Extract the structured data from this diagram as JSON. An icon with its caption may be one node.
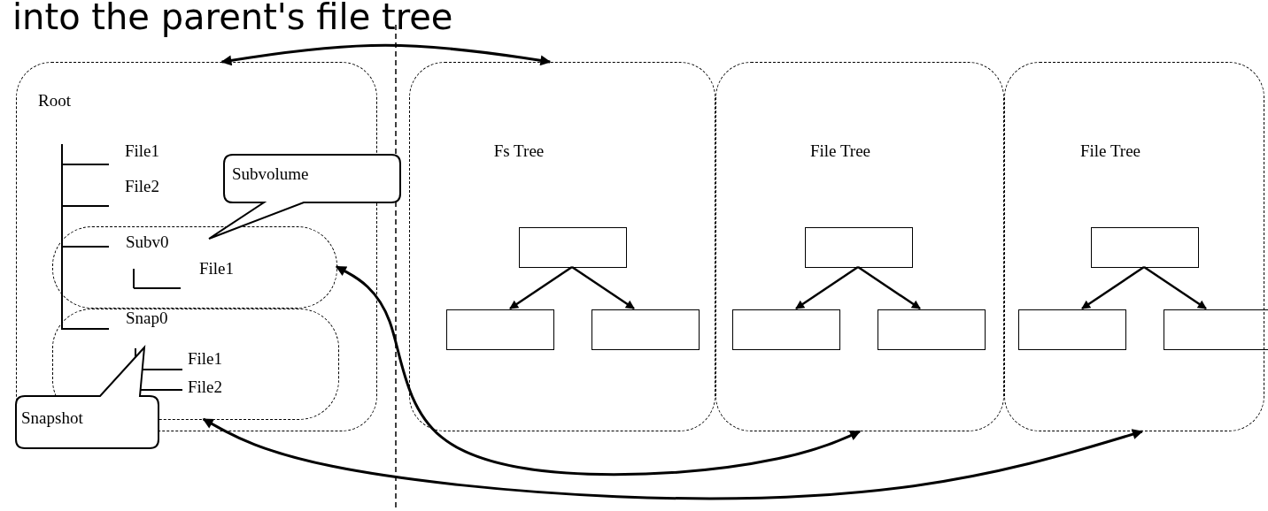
{
  "diagram": {
    "title": "into the parent's file tree",
    "nodes": [
      {
        "text": [
          "Root",
          "File1",
          "File2"
        ]
      },
      {
        "text": [
          "Subv0",
          "File1"
        ],
        "in": 0
      },
      {
        "text": [
          "Snap0",
          "File1",
          "File2"
        ],
        "in": 0
      },
      {
        "text": [
          "Subvolume"
        ]
      },
      {
        "text": [
          "Snapshot"
        ]
      },
      {
        "text": [
          "Fs Tree"
        ]
      },
      {
        "text": [],
        "shape": "box",
        "in": 5
      },
      {
        "text": [],
        "shape": "box",
        "in": 5
      },
      {
        "text": [],
        "shape": "box",
        "in": 5
      },
      {
        "text": [
          "File Tree"
        ]
      },
      {
        "text": [],
        "shape": "box",
        "in": 9
      },
      {
        "text": [],
        "shape": "box",
        "in": 9
      },
      {
        "text": [],
        "shape": "box",
        "in": 9
      },
      {
        "text": [
          "File Tree"
        ]
      },
      {
        "text": [],
        "shape": "box",
        "in": 13
      },
      {
        "text": [],
        "shape": "box",
        "in": 13
      },
      {
        "text": [],
        "shape": "box",
        "in": 13
      }
    ],
    "edges": [
      {
        "from": 0,
        "to": 5,
        "arrow": "both"
      },
      {
        "from": 1,
        "to": 9,
        "arrow": "both"
      },
      {
        "from": 2,
        "to": 13,
        "arrow": "both"
      },
      {
        "from": 6,
        "to": 7,
        "arrow": "to"
      },
      {
        "from": 6,
        "to": 8,
        "arrow": "to"
      },
      {
        "from": 10,
        "to": 11,
        "arrow": "to"
      },
      {
        "from": 10,
        "to": 12,
        "arrow": "to"
      },
      {
        "from": 14,
        "to": 15,
        "arrow": "to"
      },
      {
        "from": 14,
        "to": 16,
        "arrow": "to"
      }
    ]
  }
}
